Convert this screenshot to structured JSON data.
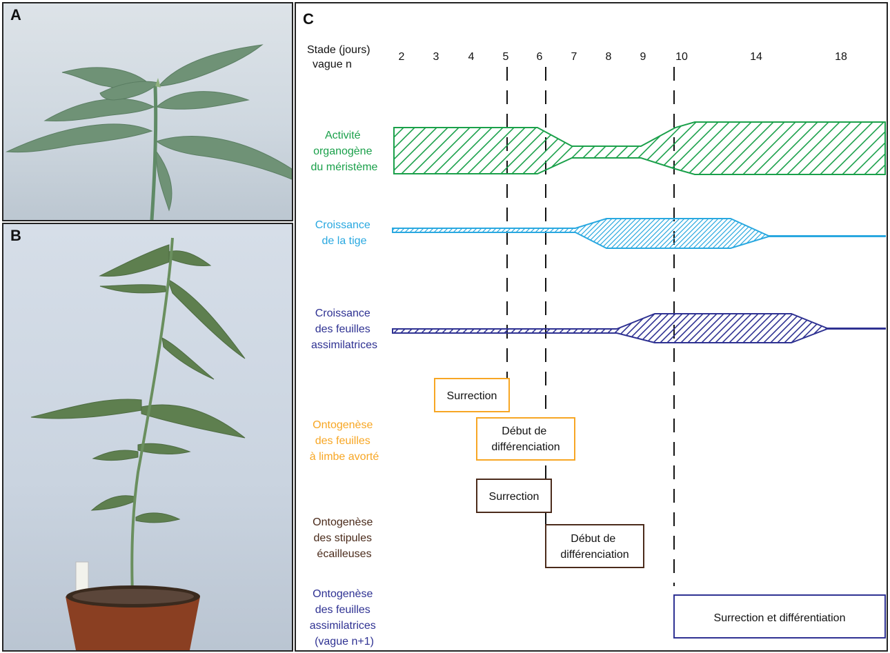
{
  "panels": {
    "a_label": "A",
    "b_label": "B",
    "c_label": "C"
  },
  "header": {
    "line1": "Stade (jours)",
    "line2": "vague n"
  },
  "stages": [
    "2",
    "3",
    "4",
    "5",
    "6",
    "7",
    "8",
    "9",
    "10",
    "14",
    "18"
  ],
  "rows": [
    {
      "lines": [
        "Activité",
        "organogène",
        "du méristème"
      ],
      "color": "#1aa04a"
    },
    {
      "lines": [
        "Croissance",
        "de la tige"
      ],
      "color": "#29a8e0"
    },
    {
      "lines": [
        "Croissance",
        "des feuilles",
        "assimilatrices"
      ],
      "color": "#2e3192"
    },
    {
      "lines": [
        "Ontogenèse",
        "des feuilles",
        "à limbe avorté"
      ],
      "color": "#f7a623"
    },
    {
      "lines": [
        "Ontogenèse",
        "des stipules",
        "écailleuses"
      ],
      "color": "#4a2a1a"
    },
    {
      "lines": [
        "Ontogenèse",
        "des feuilles",
        "assimilatrices",
        "(vague n+1)"
      ],
      "color": "#2e3192"
    }
  ],
  "boxes": [
    {
      "lines": [
        "Surrection"
      ],
      "color": "#f7a623"
    },
    {
      "lines": [
        "Début de",
        "différenciation"
      ],
      "color": "#f7a623"
    },
    {
      "lines": [
        "Surrection"
      ],
      "color": "#4a2a1a"
    },
    {
      "lines": [
        "Début de",
        "différenciation"
      ],
      "color": "#4a2a1a"
    },
    {
      "lines": [
        "Surrection et différentiation"
      ],
      "color": "#2e3192"
    }
  ],
  "colors": {
    "meristem": "#1aa04a",
    "stem": "#29a8e0",
    "leaves": "#2e3192",
    "aborted": "#f7a623",
    "stipules": "#4a2a1a"
  }
}
